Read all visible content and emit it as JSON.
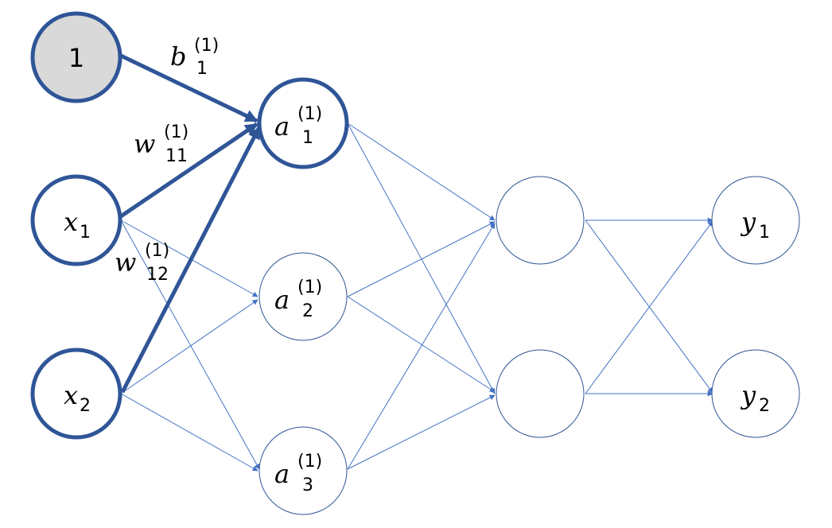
{
  "colors": {
    "edge": "#4472C4",
    "edge_bold": "#2F5597",
    "node_stroke": "#2F5597",
    "bias_fill": "#D9D9D9",
    "node_fill": "#FFFFFF"
  },
  "nodes": {
    "bias": {
      "label": "1"
    },
    "x1": {
      "var": "x",
      "sub": "1"
    },
    "x2": {
      "var": "x",
      "sub": "2"
    },
    "a1": {
      "var": "a",
      "sup": "(1)",
      "sub": "1"
    },
    "a2": {
      "var": "a",
      "sup": "(1)",
      "sub": "2"
    },
    "a3": {
      "var": "a",
      "sup": "(1)",
      "sub": "3"
    },
    "h1": {},
    "h2": {},
    "y1": {
      "var": "y",
      "sub": "1"
    },
    "y2": {
      "var": "y",
      "sub": "2"
    }
  },
  "weights": {
    "b1": {
      "var": "b",
      "sup": "(1)",
      "sub": "1"
    },
    "w11": {
      "var": "w",
      "sup": "(1)",
      "sub": "11"
    },
    "w12": {
      "var": "w",
      "sup": "(1)",
      "sub": "12"
    }
  }
}
